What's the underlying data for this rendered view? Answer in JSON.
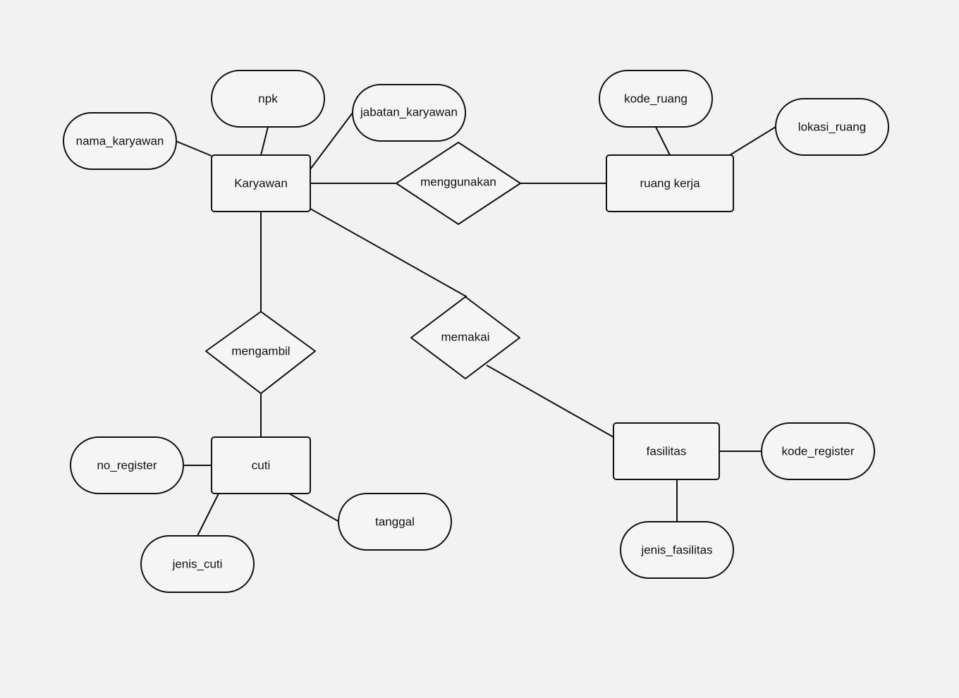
{
  "diagram": {
    "entities": [
      {
        "id": "karyawan",
        "label": "Karyawan"
      },
      {
        "id": "ruang_kerja",
        "label": "ruang kerja"
      },
      {
        "id": "cuti",
        "label": "cuti"
      },
      {
        "id": "fasilitas",
        "label": "fasilitas"
      }
    ],
    "relationships": [
      {
        "id": "menggunakan",
        "label": "menggunakan"
      },
      {
        "id": "mengambil",
        "label": "mengambil"
      },
      {
        "id": "memakai",
        "label": "memakai"
      }
    ],
    "attributes": [
      {
        "id": "npk",
        "label": "npk",
        "of": "karyawan"
      },
      {
        "id": "nama_karyawan",
        "label": "nama_karyawan",
        "of": "karyawan"
      },
      {
        "id": "jabatan_karyawan",
        "label": "jabatan_karyawan",
        "of": "karyawan"
      },
      {
        "id": "kode_ruang",
        "label": "kode_ruang",
        "of": "ruang_kerja"
      },
      {
        "id": "lokasi_ruang",
        "label": "lokasi_ruang",
        "of": "ruang_kerja"
      },
      {
        "id": "no_register",
        "label": "no_register",
        "of": "cuti"
      },
      {
        "id": "jenis_cuti",
        "label": "jenis_cuti",
        "of": "cuti"
      },
      {
        "id": "tanggal",
        "label": "tanggal",
        "of": "cuti"
      },
      {
        "id": "kode_register",
        "label": "kode_register",
        "of": "fasilitas"
      },
      {
        "id": "jenis_fasilitas",
        "label": "jenis_fasilitas",
        "of": "fasilitas"
      }
    ],
    "links": [
      [
        "karyawan",
        "menggunakan"
      ],
      [
        "menggunakan",
        "ruang_kerja"
      ],
      [
        "karyawan",
        "mengambil"
      ],
      [
        "mengambil",
        "cuti"
      ],
      [
        "karyawan",
        "memakai"
      ],
      [
        "memakai",
        "fasilitas"
      ]
    ]
  }
}
